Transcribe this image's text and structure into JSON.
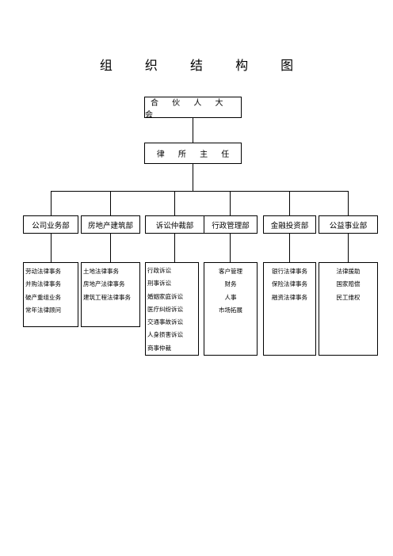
{
  "title": "组 织 结 构 图",
  "root": "合 伙 人 大 会",
  "director": "律 所 主 任",
  "departments": [
    {
      "name": "公司业务部",
      "items": [
        "劳动法律事务",
        "并购法律事务",
        "破产重组业务",
        "常年法律顾问"
      ]
    },
    {
      "name": "房地产建筑部",
      "items": [
        "土地法律事务",
        "房地产法律事务",
        "建筑工程法律事务"
      ]
    },
    {
      "name": "诉讼仲裁部",
      "items": [
        "行政诉讼",
        "刑事诉讼",
        "婚姻家庭诉讼",
        "医疗纠纷诉讼",
        "交通事故诉讼",
        "人身损害诉讼",
        "商事仲裁"
      ]
    },
    {
      "name": "行政管理部",
      "items": [
        "客户管理",
        "财务",
        "人事",
        "市场拓展"
      ]
    },
    {
      "name": "金融投资部",
      "items": [
        "银行法律事务",
        "保险法律事务",
        "融资法律事务"
      ]
    },
    {
      "name": "公益事业部",
      "items": [
        "法律援助",
        "国家赔偿",
        "民工维权"
      ]
    }
  ]
}
